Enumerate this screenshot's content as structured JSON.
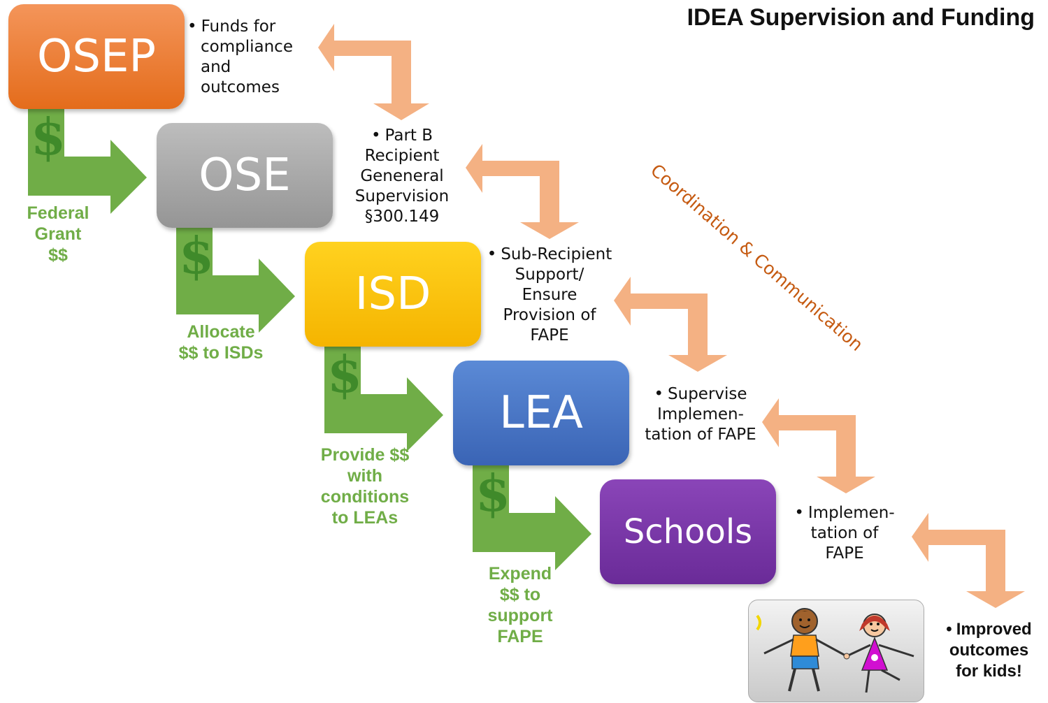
{
  "title": "IDEA Supervision and Funding",
  "boxes": {
    "osep": "OSEP",
    "ose": "OSE",
    "isd": "ISD",
    "lea": "LEA",
    "schools": "Schools"
  },
  "notes": {
    "osep": [
      "Funds for",
      "compliance",
      "and",
      "outcomes"
    ],
    "ose": [
      "Part B",
      "Recipient",
      "Geneneral",
      "Supervision",
      "§300.149"
    ],
    "isd": [
      "Sub-Recipient",
      "Support/",
      "Ensure",
      "Provision of",
      "FAPE"
    ],
    "lea": [
      "Supervise",
      "Implemen-",
      "tation of FAPE"
    ],
    "schools": [
      "Implemen-",
      "tation of",
      "FAPE"
    ]
  },
  "money": {
    "federal": [
      "Federal",
      "Grant",
      "$$"
    ],
    "allocate": [
      "Allocate",
      "$$ to ISDs"
    ],
    "provide": [
      "Provide $$",
      "with",
      "conditions",
      "to LEAs"
    ],
    "expend": [
      "Expend",
      "$$ to",
      "support",
      "FAPE"
    ]
  },
  "dollar_sign": "$",
  "bullet": "•",
  "coordination": "Coordination & Communication",
  "final": [
    "Improved",
    "outcomes",
    "for kids!"
  ],
  "colors": {
    "osep": "#ed7d31",
    "ose": "#a5a5a5",
    "isd": "#ffc000",
    "lea": "#4472c4",
    "schools": "#7030a0",
    "green_arrow": "#70ad47",
    "orange_arrow": "#f4b183"
  }
}
